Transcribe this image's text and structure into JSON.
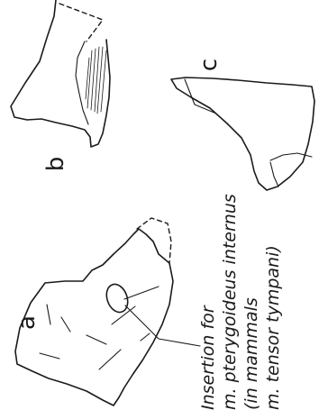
{
  "labels": {
    "panel_a": "a",
    "panel_b": "b",
    "panel_c": "c"
  },
  "annotation": {
    "line1": "Insertion for",
    "line2": "m. pterygoideus internus",
    "line3": "(in mammals",
    "line4": "m. tensor tympani)"
  }
}
